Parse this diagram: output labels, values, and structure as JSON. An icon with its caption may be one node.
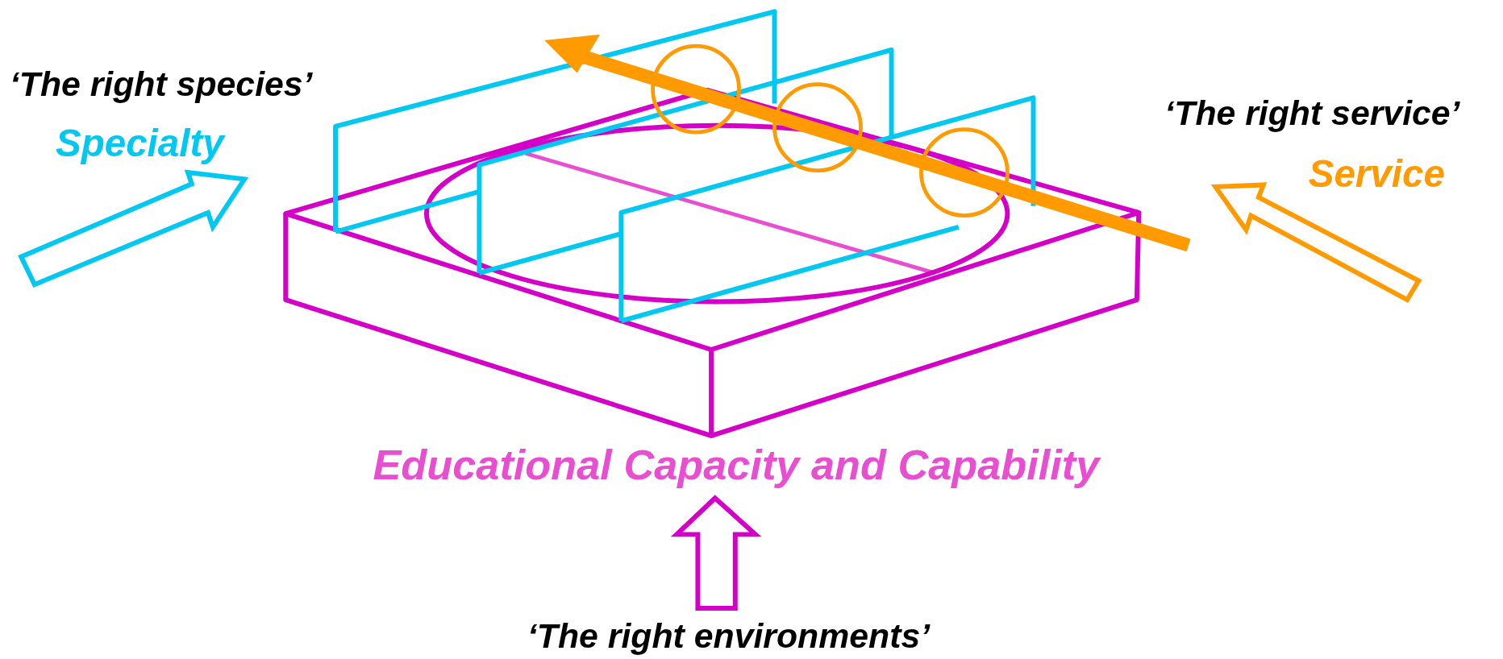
{
  "diagram": {
    "labels": [
      "‘The right species’",
      "Specialty",
      "‘The right service’",
      "Service",
      "Educational Capacity and Capability",
      "‘The right environments’"
    ]
  }
}
